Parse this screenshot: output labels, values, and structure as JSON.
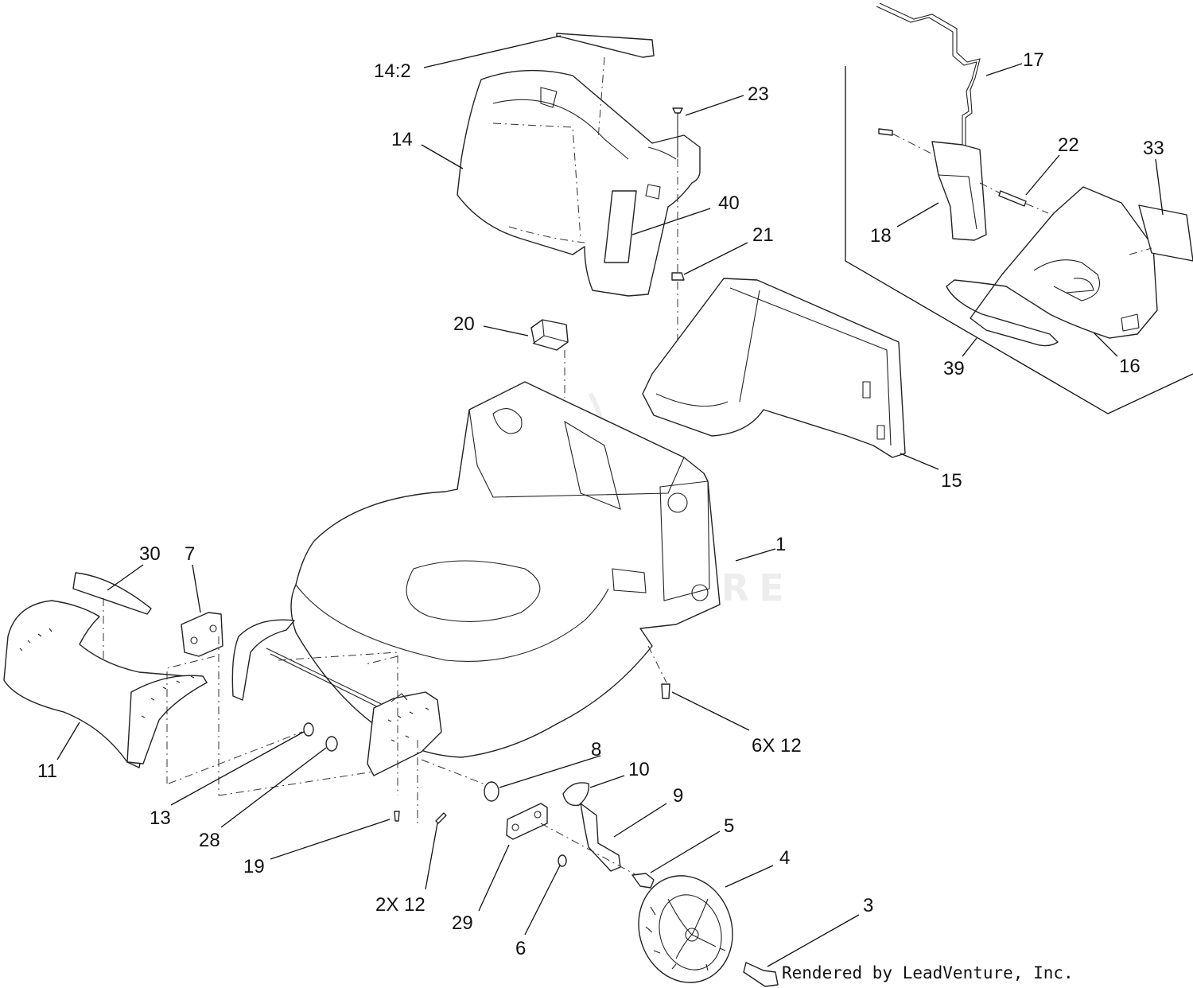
{
  "diagram": {
    "watermark": "LEADVENTURE",
    "credit": "Rendered by LeadVenture, Inc.",
    "callouts": [
      {
        "id": "c-14-2",
        "label": "14:2"
      },
      {
        "id": "c-23",
        "label": "23"
      },
      {
        "id": "c-14",
        "label": "14"
      },
      {
        "id": "c-40",
        "label": "40"
      },
      {
        "id": "c-21",
        "label": "21"
      },
      {
        "id": "c-20",
        "label": "20"
      },
      {
        "id": "c-15",
        "label": "15"
      },
      {
        "id": "c-17",
        "label": "17"
      },
      {
        "id": "c-22",
        "label": "22"
      },
      {
        "id": "c-33",
        "label": "33"
      },
      {
        "id": "c-18",
        "label": "18"
      },
      {
        "id": "c-39",
        "label": "39"
      },
      {
        "id": "c-16",
        "label": "16"
      },
      {
        "id": "c-1",
        "label": "1"
      },
      {
        "id": "c-30",
        "label": "30"
      },
      {
        "id": "c-7",
        "label": "7"
      },
      {
        "id": "c-11",
        "label": "11"
      },
      {
        "id": "c-13",
        "label": "13"
      },
      {
        "id": "c-28",
        "label": "28"
      },
      {
        "id": "c-19",
        "label": "19"
      },
      {
        "id": "c-2x12",
        "label": "2X 12"
      },
      {
        "id": "c-29",
        "label": "29"
      },
      {
        "id": "c-6",
        "label": "6"
      },
      {
        "id": "c-8",
        "label": "8"
      },
      {
        "id": "c-10",
        "label": "10"
      },
      {
        "id": "c-9",
        "label": "9"
      },
      {
        "id": "c-5",
        "label": "5"
      },
      {
        "id": "c-4",
        "label": "4"
      },
      {
        "id": "c-3",
        "label": "3"
      },
      {
        "id": "c-6x12",
        "label": "6X 12"
      }
    ]
  }
}
